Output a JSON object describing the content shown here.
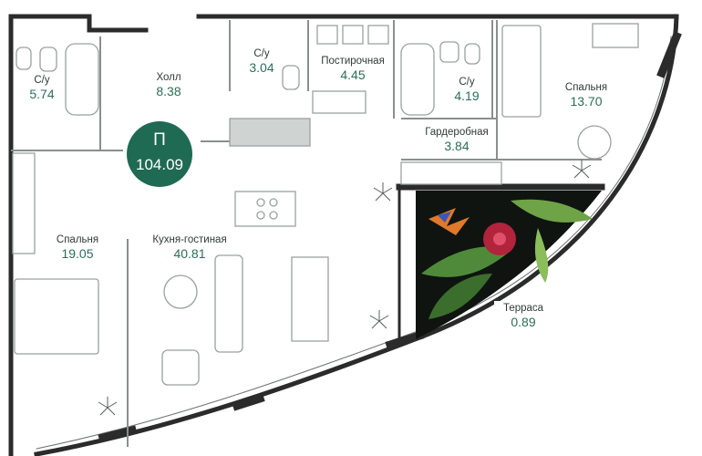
{
  "apartment": {
    "type": "П",
    "total_area": "104.09"
  },
  "rooms": [
    {
      "id": "bath-1",
      "name": "С/у",
      "area": "5.74"
    },
    {
      "id": "hall",
      "name": "Холл",
      "area": "8.38"
    },
    {
      "id": "bath-2",
      "name": "С/у",
      "area": "3.04"
    },
    {
      "id": "laundry",
      "name": "Постирочная",
      "area": "4.45"
    },
    {
      "id": "bath-3",
      "name": "С/у",
      "area": "4.19"
    },
    {
      "id": "wardrobe",
      "name": "Гардеробная",
      "area": "3.84"
    },
    {
      "id": "bedroom-1",
      "name": "Спальня",
      "area": "13.70"
    },
    {
      "id": "bedroom-2",
      "name": "Спальня",
      "area": "19.05"
    },
    {
      "id": "kitchen-living",
      "name": "Кухня-гостиная",
      "area": "40.81"
    },
    {
      "id": "terrace",
      "name": "Терраса",
      "area": "0.89"
    }
  ],
  "colors": {
    "wall": "#2b2b2b",
    "accent": "#1f6a52",
    "fixture": "#9aa0a0",
    "fill": "#cfd3d2",
    "plant_bg": "#0f1410"
  }
}
